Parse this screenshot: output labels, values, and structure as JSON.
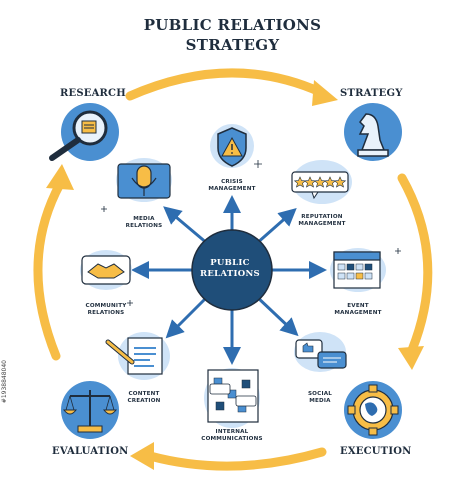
{
  "title": {
    "line1": "PUBLIC RELATIONS",
    "line2": "STRATEGY"
  },
  "center": {
    "line1": "PUBLIC",
    "line2": "RELATIONS"
  },
  "phases": {
    "research": "RESEARCH",
    "strategy": "STRATEGY",
    "execution": "EXECUTION",
    "evaluation": "EVALUATION"
  },
  "branches": {
    "crisis": {
      "line1": "CRISIS",
      "line2": "MANAGEMENT"
    },
    "reputation": {
      "line1": "REPUTATION",
      "line2": "MANAGEMENT"
    },
    "event": {
      "line1": "EVENT",
      "line2": "MANAGEMENT"
    },
    "social": {
      "line1": "SOCIAL",
      "line2": "MEDIA"
    },
    "internal": {
      "line1": "INTERNAL",
      "line2": "COMMUNICATIONS"
    },
    "content": {
      "line1": "CONTENT",
      "line2": "CREATION"
    },
    "community": {
      "line1": "COMMUNITY",
      "line2": "RELATIONS"
    },
    "media": {
      "line1": "MEDIA",
      "line2": "RELATIONS"
    }
  },
  "watermark": "#1938848040",
  "colors": {
    "navy": "#1f4e79",
    "blue": "#4a8fd1",
    "light_blue": "#cfe3f7",
    "yellow": "#f7bd46",
    "outline": "#1f2d3d"
  },
  "icons": {
    "research": "magnifier-document-icon",
    "strategy": "chess-knight-icon",
    "execution": "gear-globe-icon",
    "evaluation": "scales-icon",
    "crisis": "warning-shield-icon",
    "reputation": "five-star-rating-icon",
    "event": "calendar-icon",
    "social": "chat-bubbles-icon",
    "internal": "document-network-icon",
    "content": "pencil-document-icon",
    "community": "handshake-icon",
    "media": "microphone-icon"
  }
}
